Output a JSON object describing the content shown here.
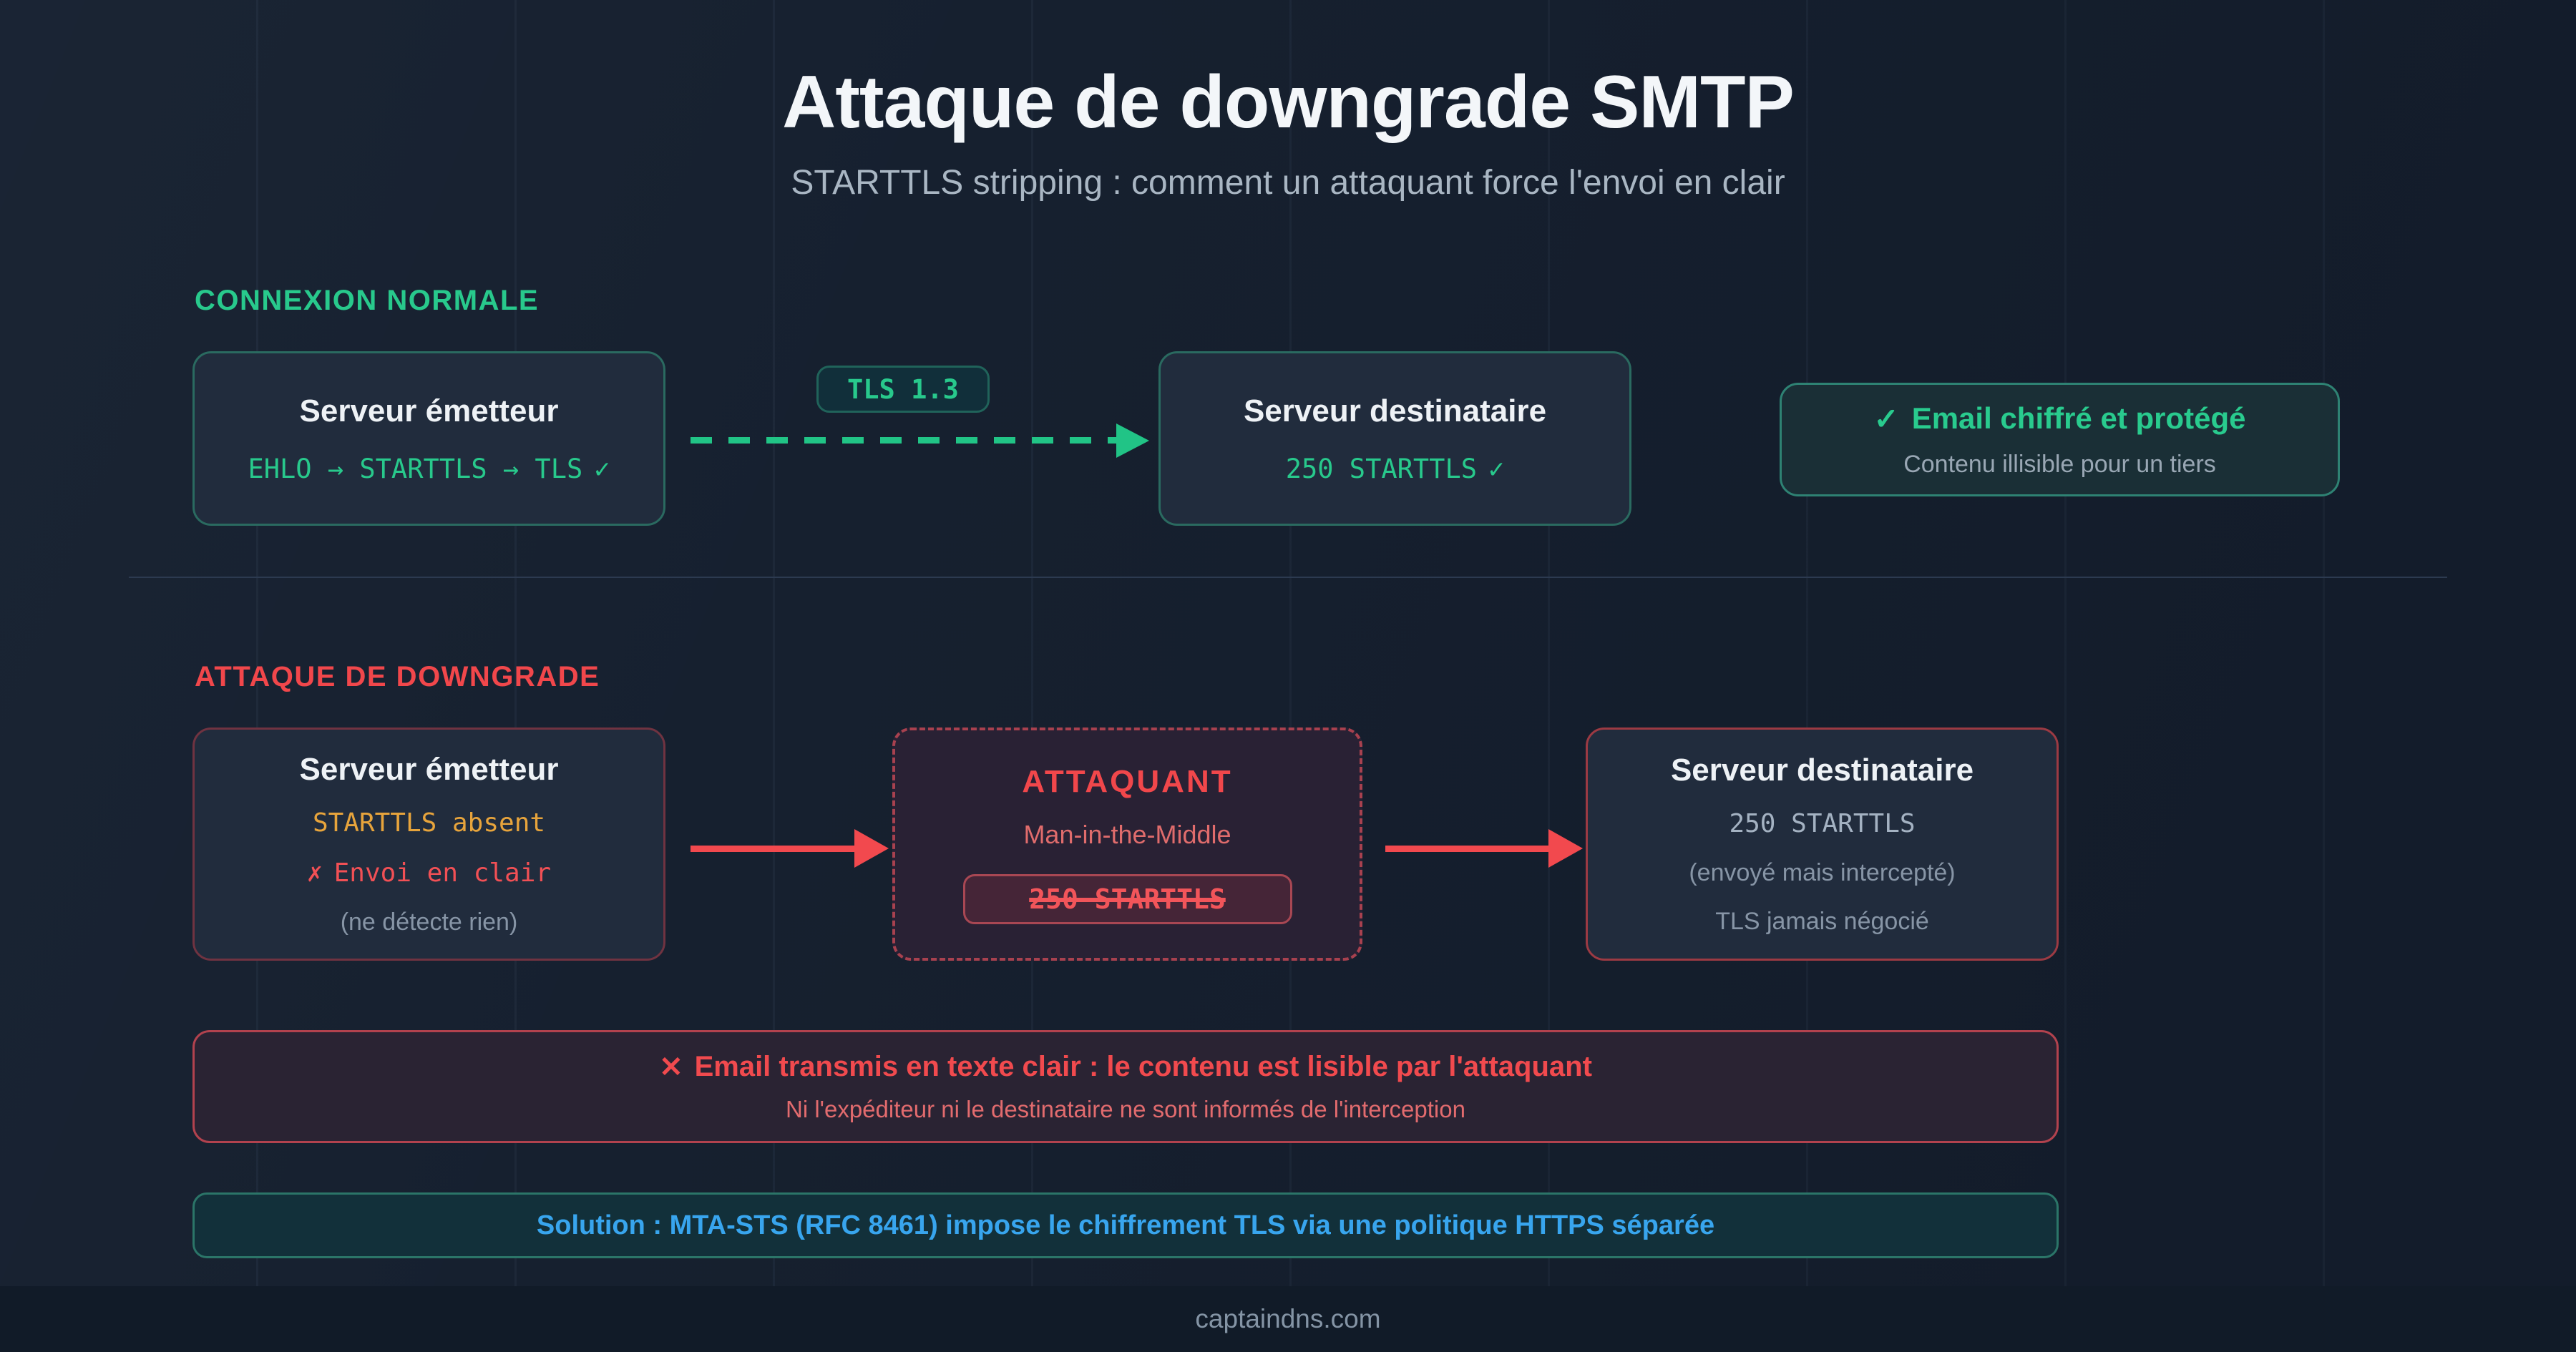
{
  "header": {
    "title": "Attaque de downgrade SMTP",
    "subtitle": "STARTTLS stripping : comment un attaquant force l'envoi en clair"
  },
  "normal": {
    "label": "CONNEXION NORMALE",
    "sender": {
      "title": "Serveur émetteur",
      "flow": "EHLO → STARTTLS → TLS",
      "check": "✓"
    },
    "tls_badge": "TLS 1.3",
    "receiver": {
      "title": "Serveur destinataire",
      "response": "250 STARTTLS",
      "check": "✓"
    },
    "status": {
      "check": "✓",
      "title": "Email chiffré et protégé",
      "subtitle": "Contenu illisible pour un tiers"
    }
  },
  "attack": {
    "label": "ATTAQUE DE DOWNGRADE",
    "sender": {
      "title": "Serveur émetteur",
      "line1": "STARTTLS absent",
      "cross": "✗",
      "line2": "Envoi en clair",
      "line3": "(ne détecte rien)"
    },
    "attacker": {
      "title": "ATTAQUANT",
      "subtitle": "Man-in-the-Middle",
      "stripped_response": "250 STARTTLS"
    },
    "receiver": {
      "title": "Serveur destinataire",
      "line1": "250 STARTTLS",
      "line2": "(envoyé mais intercepté)",
      "line3": "TLS jamais négocié"
    },
    "warning": {
      "cross": "✕",
      "title": "Email transmis en texte clair : le contenu est lisible par l'attaquant",
      "subtitle": "Ni l'expéditeur ni le destinataire ne sont informés de l'interception"
    },
    "solution": "Solution : MTA-STS (RFC 8461) impose le chiffrement TLS via une politique HTTPS séparée"
  },
  "footer": {
    "site": "captaindns.com"
  },
  "colors": {
    "background": "#16202f",
    "green_accent": "#28c98c",
    "red_accent": "#f1474b",
    "orange_accent": "#e7a43c",
    "blue_accent": "#38a5ee"
  }
}
